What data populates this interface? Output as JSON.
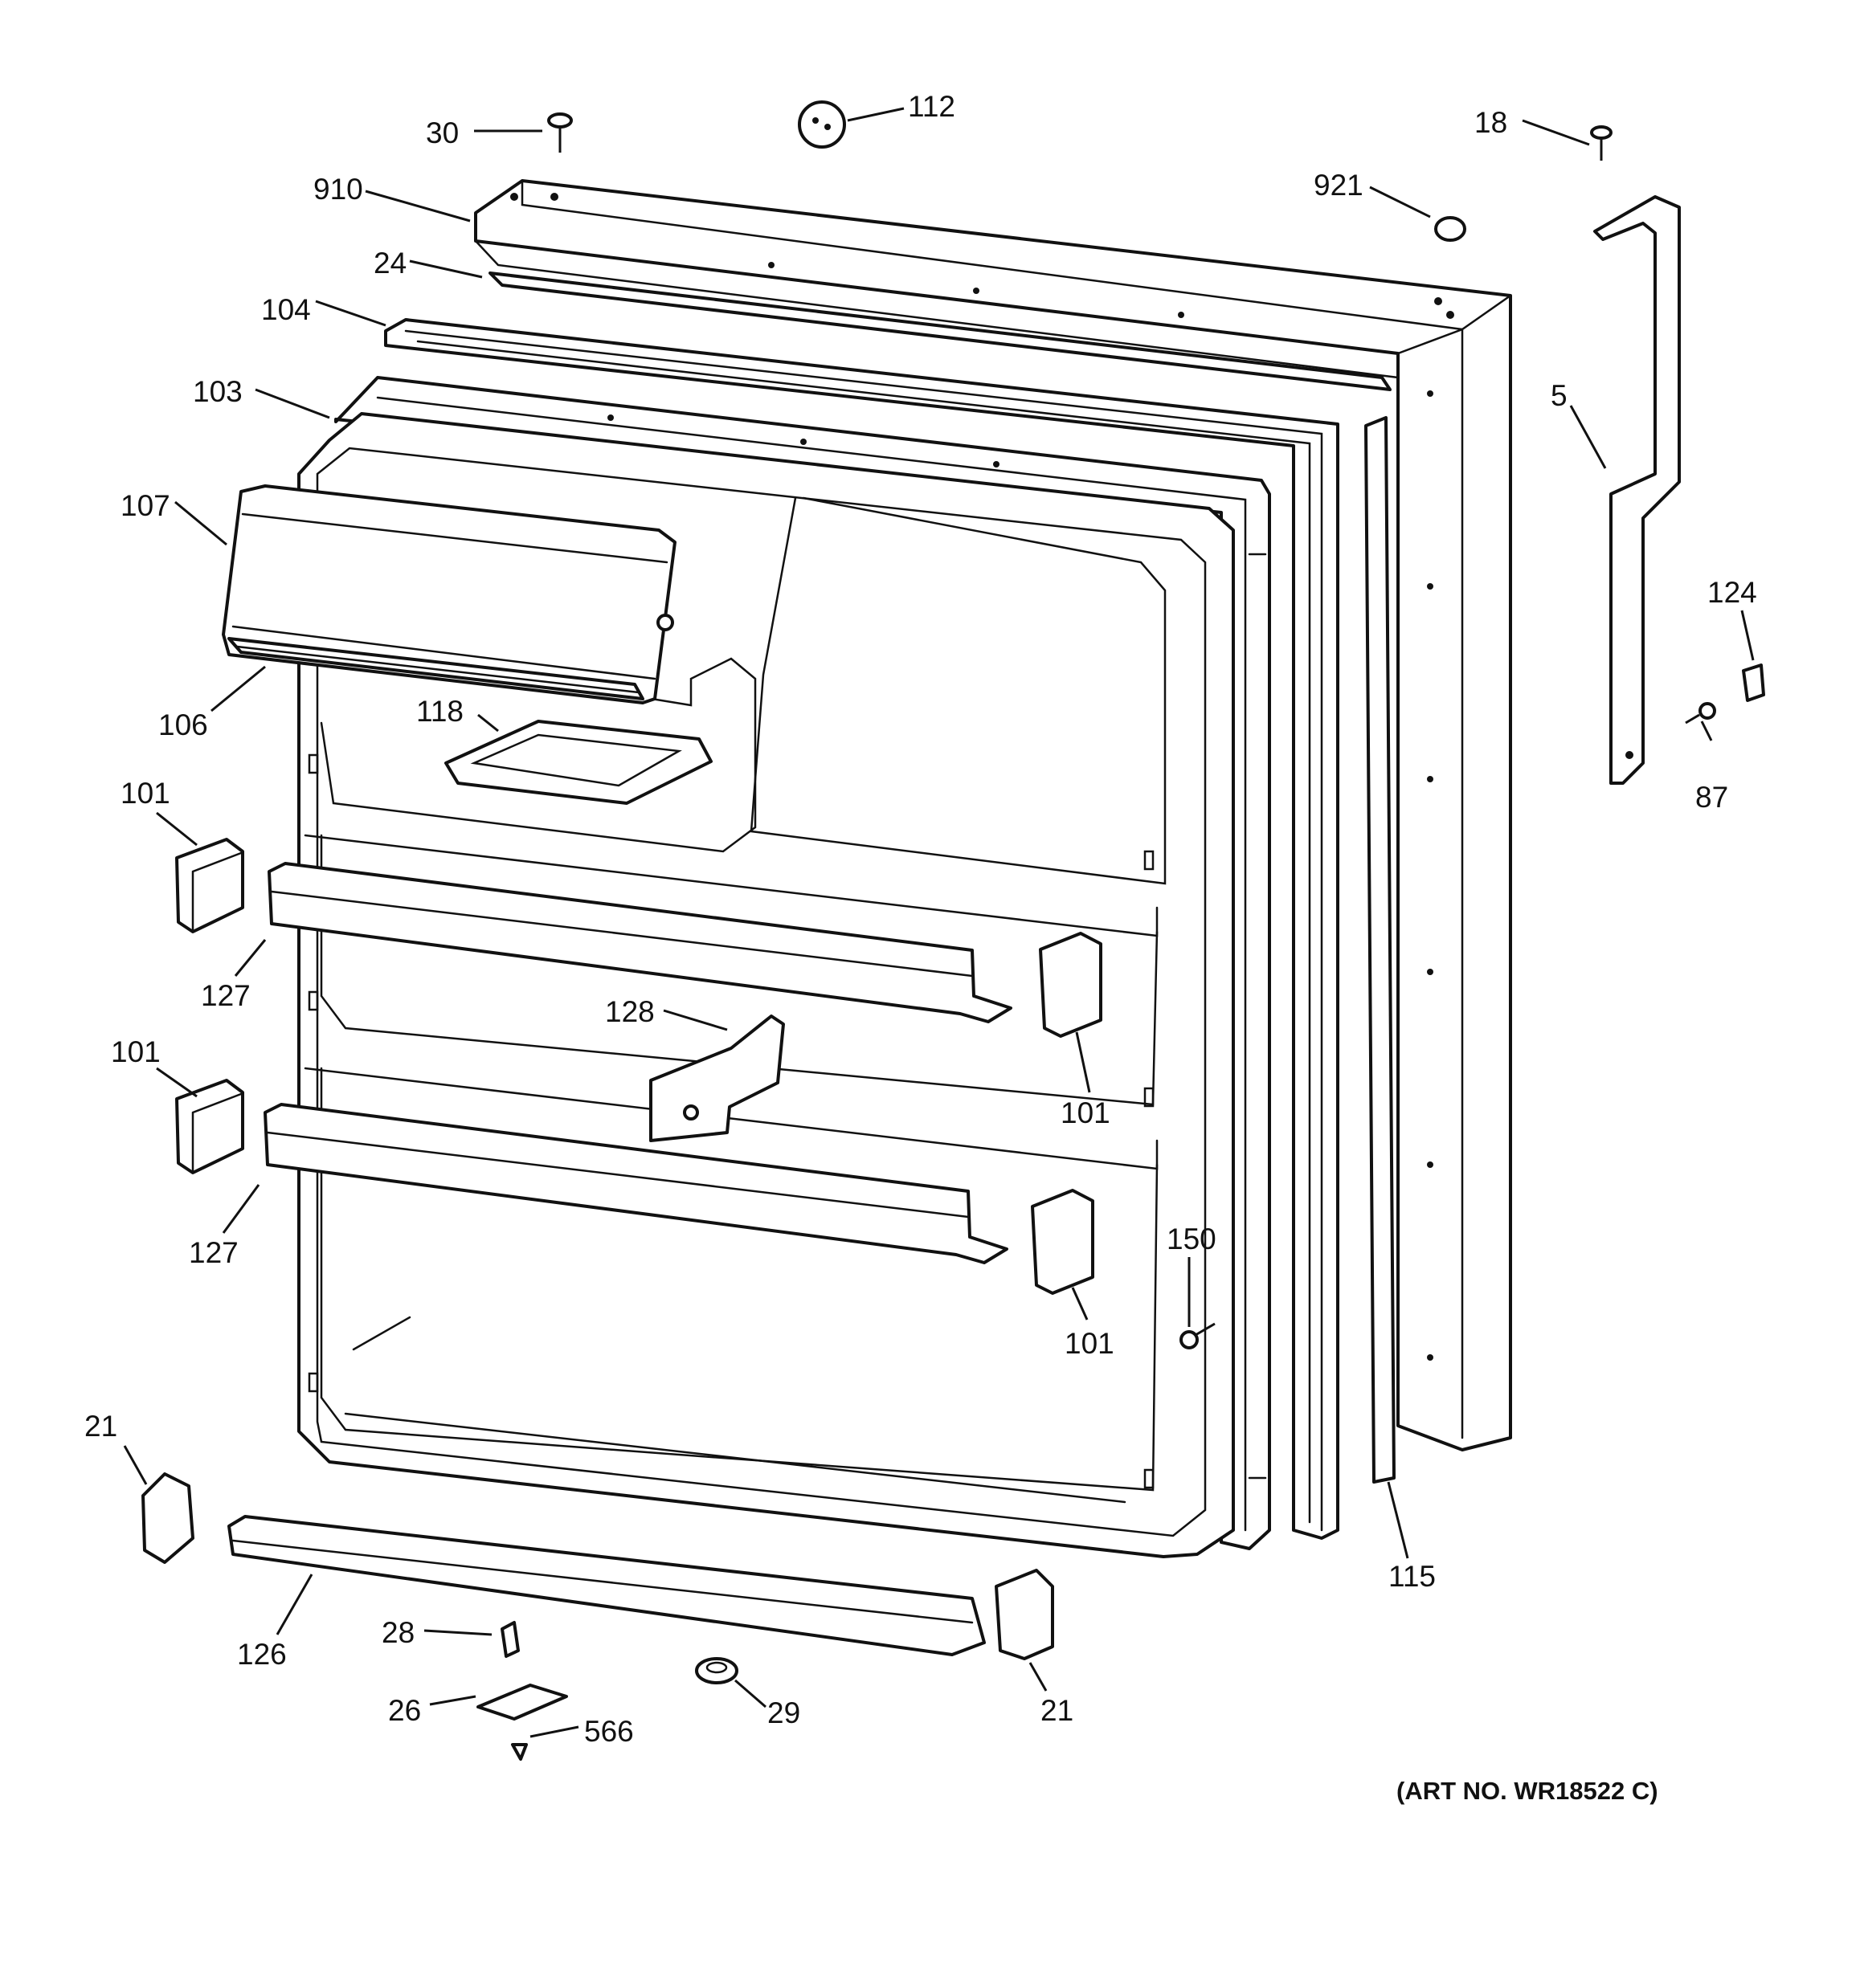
{
  "diagram": {
    "art_number": "(ART NO. WR18522 C)",
    "callouts": {
      "c30": "30",
      "c112": "112",
      "c18": "18",
      "c910": "910",
      "c921": "921",
      "c24": "24",
      "c104": "104",
      "c103": "103",
      "c5": "5",
      "c107": "107",
      "c124": "124",
      "c106": "106",
      "c118": "118",
      "c87": "87",
      "c101_a": "101",
      "c127_a": "127",
      "c128": "128",
      "c101_b": "101",
      "c101_c": "101",
      "c127_b": "127",
      "c150": "150",
      "c101_d": "101",
      "c21_a": "21",
      "c115": "115",
      "c126": "126",
      "c28": "28",
      "c26": "26",
      "c29": "29",
      "c21_b": "21",
      "c566": "566"
    }
  }
}
